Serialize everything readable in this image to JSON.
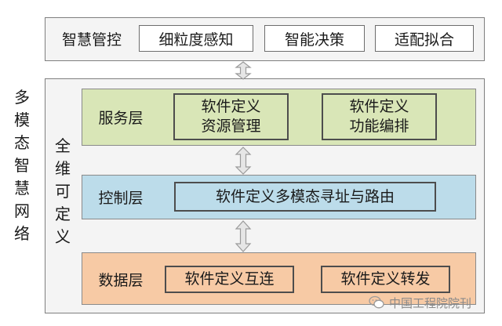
{
  "top_panel": {
    "title": "智慧管控",
    "items": [
      "细粒度感知",
      "智能决策",
      "适配拟合"
    ]
  },
  "outer_label": [
    "多",
    "模",
    "态",
    "智",
    "慧",
    "网",
    "络"
  ],
  "main_label": [
    "全",
    "维",
    "可",
    "定",
    "义"
  ],
  "layers": {
    "service": {
      "label": "服务层",
      "items": [
        {
          "line1": "软件定义",
          "line2": "资源管理"
        },
        {
          "line1": "软件定义",
          "line2": "功能编排"
        }
      ]
    },
    "control": {
      "label": "控制层",
      "item": "软件定义多模态寻址与路由"
    },
    "data": {
      "label": "数据层",
      "items": [
        "软件定义互连",
        "软件定义转发"
      ]
    }
  },
  "watermark": "中国工程院院刊",
  "colors": {
    "panel_bg": "#f4f4f4",
    "service": "#d9e6b7",
    "control": "#bcdcea",
    "data": "#f7caa5",
    "arrow_fill": "#e6e6e6",
    "arrow_stroke": "#9a9a9a"
  }
}
